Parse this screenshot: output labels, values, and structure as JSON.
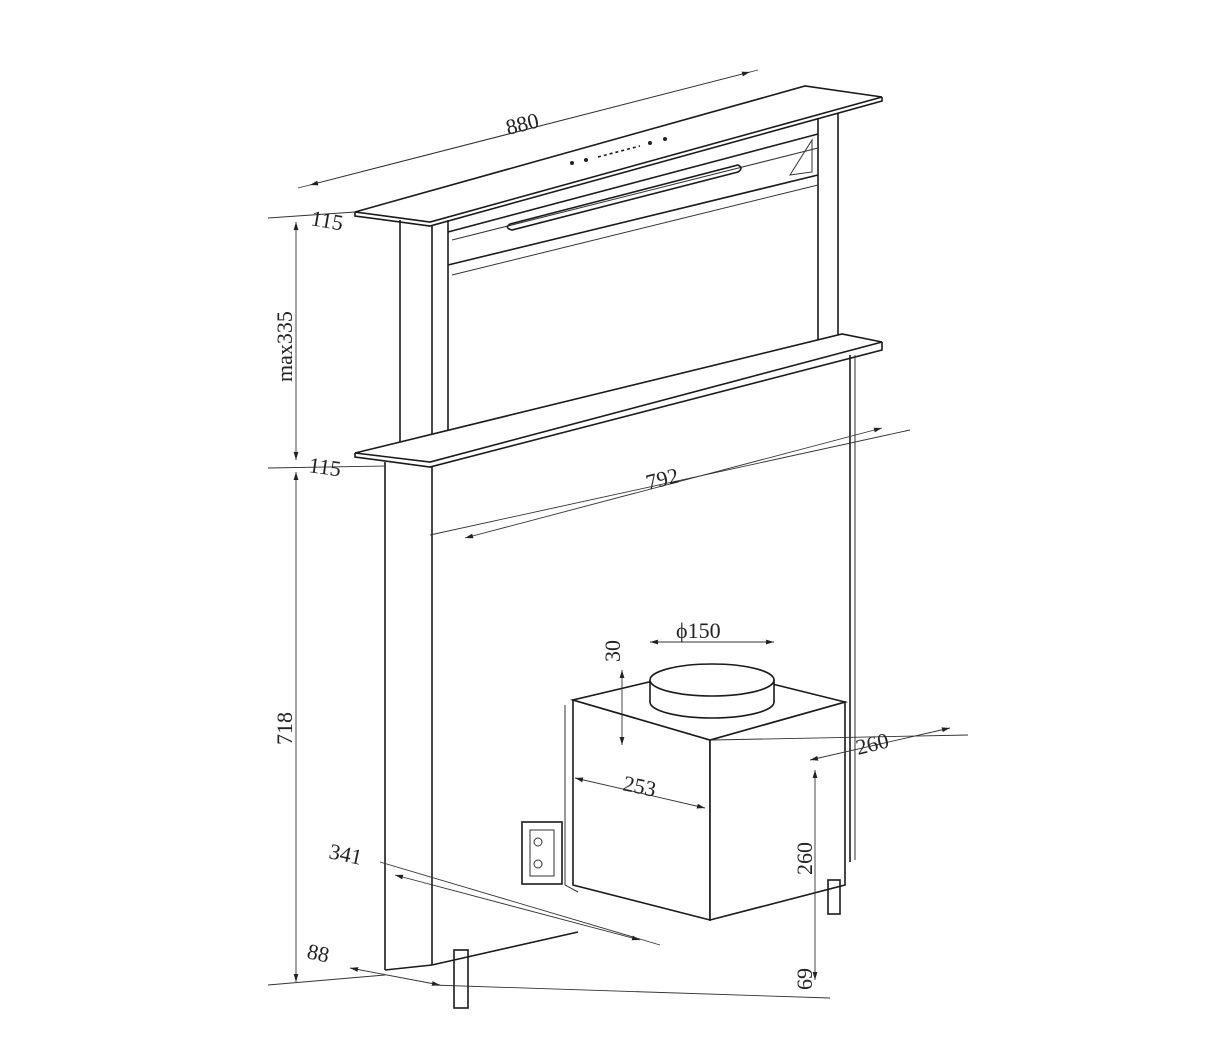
{
  "dimensions": {
    "overall_width": "880",
    "top_lid_thickness": "115",
    "max_rise": "max335",
    "flange_thickness": "115",
    "inner_width": "792",
    "body_height": "718",
    "duct_diameter": "ϕ150",
    "duct_height": "30",
    "motor_depth": "260",
    "motor_width": "253",
    "motor_height": "260",
    "body_depth": "341",
    "body_thickness": "88",
    "foot_height": "69"
  }
}
